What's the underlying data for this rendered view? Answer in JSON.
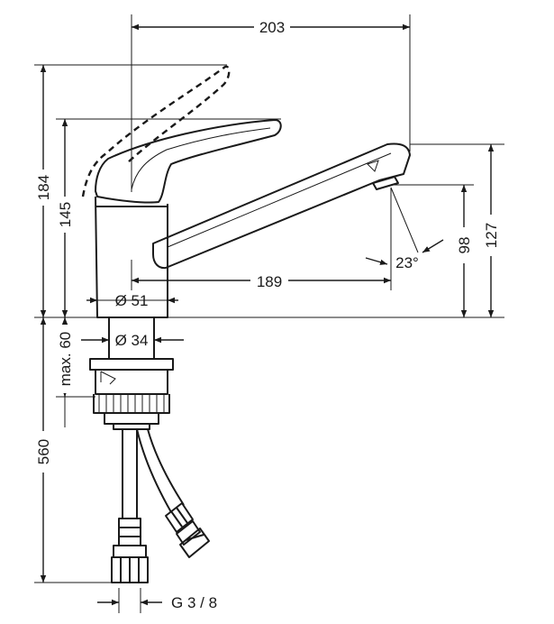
{
  "dimensions": {
    "width_total": "203",
    "height_total": "184",
    "height_handle": "145",
    "spout_reach": "189",
    "body_diameter": "Ø 51",
    "shank_diameter": "Ø 34",
    "max_thickness": "max. 60",
    "spout_angle": "23°",
    "outlet_height": "98",
    "spout_height": "127",
    "hose_length": "560",
    "connection_thread": "G 3 / 8"
  }
}
